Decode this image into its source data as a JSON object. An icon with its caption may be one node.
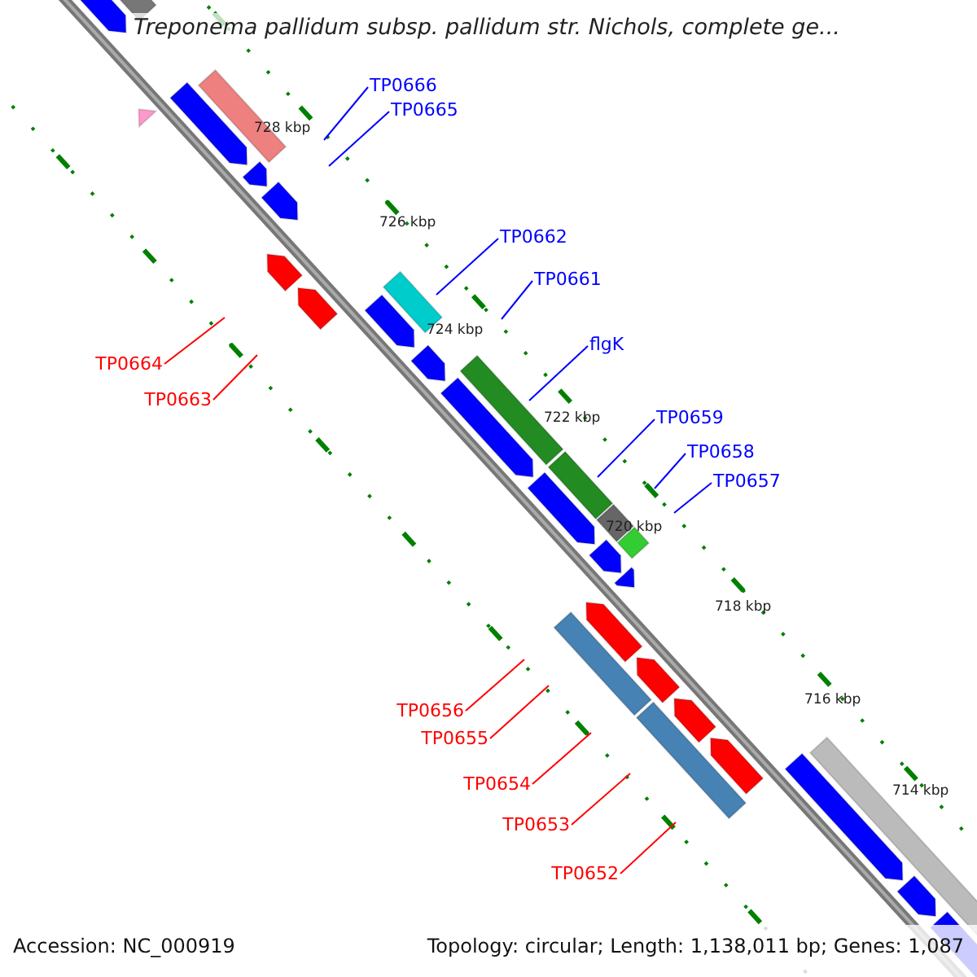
{
  "diagram": {
    "title": "Treponema pallidum subsp. pallidum str. Nichols, complete ge...",
    "nodes": [
      {
        "text": [
          "TP0666"
        ]
      },
      {
        "text": [
          "TP0665"
        ]
      },
      {
        "text": [
          "TP0662"
        ]
      },
      {
        "text": [
          "TP0661"
        ]
      },
      {
        "text": [
          "flgK"
        ]
      },
      {
        "text": [
          "TP0659"
        ]
      },
      {
        "text": [
          "TP0658"
        ]
      },
      {
        "text": [
          "TP0657"
        ]
      },
      {
        "text": [
          "TP0664"
        ]
      },
      {
        "text": [
          "TP0663"
        ]
      },
      {
        "text": [
          "TP0656"
        ]
      },
      {
        "text": [
          "TP0655"
        ]
      },
      {
        "text": [
          "TP0654"
        ]
      },
      {
        "text": [
          "TP0653"
        ]
      },
      {
        "text": [
          "TP0652"
        ]
      }
    ],
    "edges": [
      {
        "from": 0,
        "to": null,
        "arrow": "none"
      },
      {
        "from": 1,
        "to": null,
        "arrow": "none"
      },
      {
        "from": 2,
        "to": null,
        "arrow": "none"
      },
      {
        "from": 3,
        "to": null,
        "arrow": "none"
      },
      {
        "from": 4,
        "to": null,
        "arrow": "none"
      },
      {
        "from": 5,
        "to": null,
        "arrow": "none"
      },
      {
        "from": 6,
        "to": null,
        "arrow": "none"
      },
      {
        "from": 7,
        "to": null,
        "arrow": "none"
      },
      {
        "from": 8,
        "to": null,
        "arrow": "none",
        "color": "#ff0000"
      },
      {
        "from": 9,
        "to": null,
        "arrow": "none",
        "color": "#ff0000"
      },
      {
        "from": 10,
        "to": null,
        "arrow": "none",
        "color": "#ff0000"
      },
      {
        "from": 11,
        "to": null,
        "arrow": "none",
        "color": "#ff0000"
      },
      {
        "from": 12,
        "to": null,
        "arrow": "none",
        "color": "#ff0000"
      },
      {
        "from": 13,
        "to": null,
        "arrow": "none",
        "color": "#ff0000"
      },
      {
        "from": 14,
        "to": null,
        "arrow": "none",
        "color": "#ff0000"
      }
    ],
    "labels": [
      "728 kbp",
      "726 kbp",
      "724 kbp",
      "722 kbp",
      "720 kbp",
      "718 kbp",
      "716 kbp",
      "714 kbp",
      "Accession: NC_000919",
      "Topology: circular; Length: 1,138,011 bp; Genes: 1,087"
    ]
  }
}
